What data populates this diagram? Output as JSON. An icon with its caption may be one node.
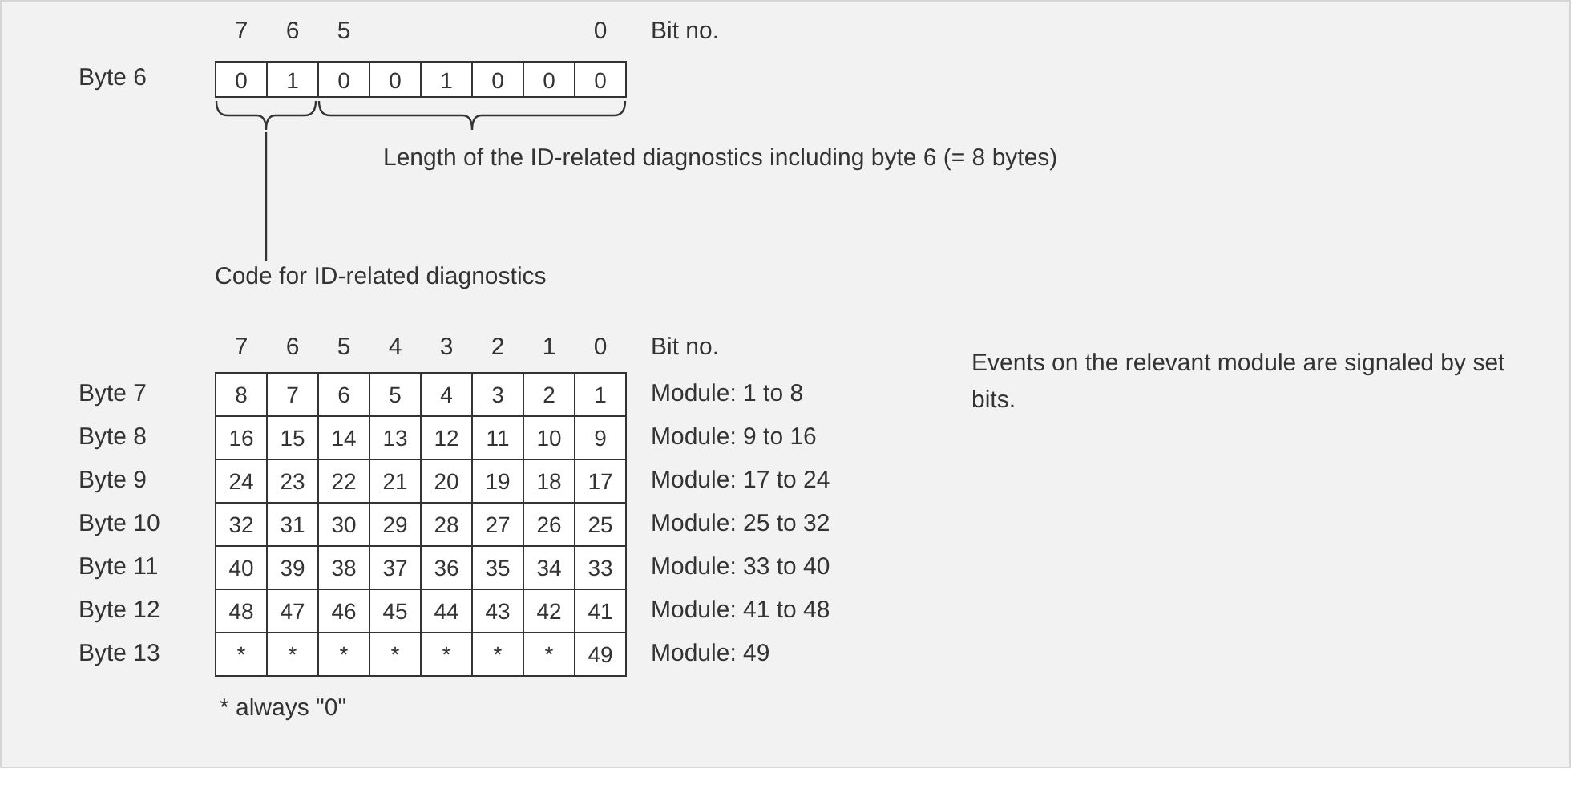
{
  "diagram": {
    "nodes": [
      {
        "text": [],
        "shape": "brace"
      },
      {
        "text": [
          "Code for ID-related diagnostics"
        ]
      }
    ],
    "edges": [
      {
        "from": 1,
        "to": 0,
        "arrow": "none"
      }
    ],
    "labels": [
      "7",
      "6",
      "5",
      "0",
      "Bit no.",
      "Byte 6",
      "0",
      "1",
      "0",
      "0",
      "1",
      "0",
      "0",
      "0",
      "Length of the ID-related diagnostics including byte 6 (= 8 bytes)",
      "7",
      "6",
      "5",
      "4",
      "3",
      "2",
      "1",
      "0",
      "Bit no.",
      "Byte 7",
      "8",
      "7",
      "6",
      "5",
      "4",
      "3",
      "2",
      "1",
      "Module: 1 to 8",
      "Byte 8",
      "16",
      "15",
      "14",
      "13",
      "12",
      "11",
      "10",
      "9",
      "Module: 9 to 16",
      "Events on the relevant module are signaled by set bits.",
      "Byte 9",
      "24",
      "23",
      "22",
      "21",
      "20",
      "19",
      "18",
      "17",
      "Module: 17 to 24",
      "Byte 10",
      "32",
      "31",
      "30",
      "29",
      "28",
      "27",
      "26",
      "25",
      "Module: 25 to 32",
      "Byte 11",
      "40",
      "39",
      "38",
      "37",
      "36",
      "35",
      "34",
      "33",
      "Module: 33 to 40",
      "Byte 12",
      "48",
      "47",
      "46",
      "45",
      "44",
      "43",
      "42",
      "41",
      "Module: 41 to 48",
      "Byte 13",
      "*",
      "*",
      "*",
      "*",
      "*",
      "*",
      "*",
      "49",
      "Module: 49",
      "* always \"0\""
    ]
  }
}
